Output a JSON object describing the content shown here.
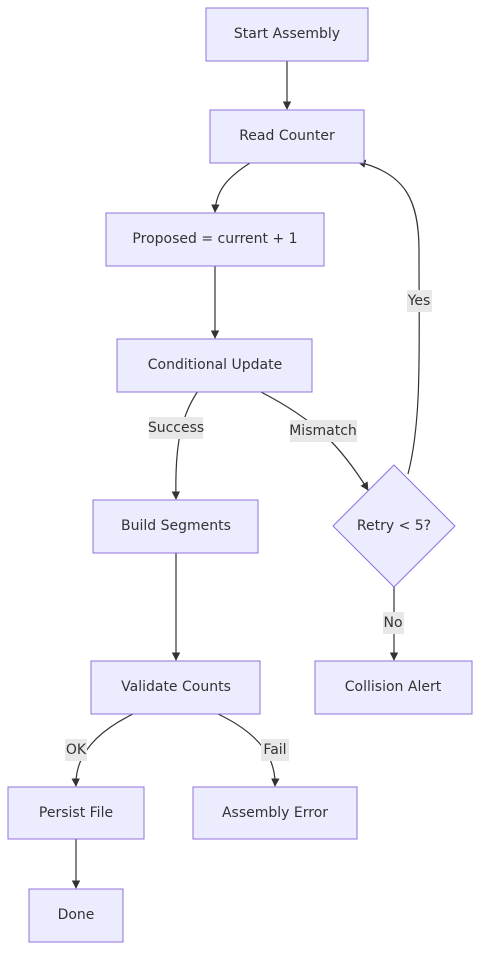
{
  "nodes": {
    "start": "Start Assembly",
    "read": "Read Counter",
    "proposed": "Proposed = current + 1",
    "update": "Conditional Update",
    "build": "Build Segments",
    "validate": "Validate Counts",
    "persist": "Persist File",
    "done": "Done",
    "error": "Assembly Error",
    "retry": "Retry < 5?",
    "collision": "Collision Alert"
  },
  "edge_labels": {
    "success": "Success",
    "mismatch": "Mismatch",
    "yes": "Yes",
    "no": "No",
    "ok": "OK",
    "fail": "Fail"
  },
  "colors": {
    "node_fill": "#ececff",
    "node_stroke": "#9370db",
    "edge": "#333333",
    "label_bg": "#e8e8e8",
    "text": "#333333"
  }
}
